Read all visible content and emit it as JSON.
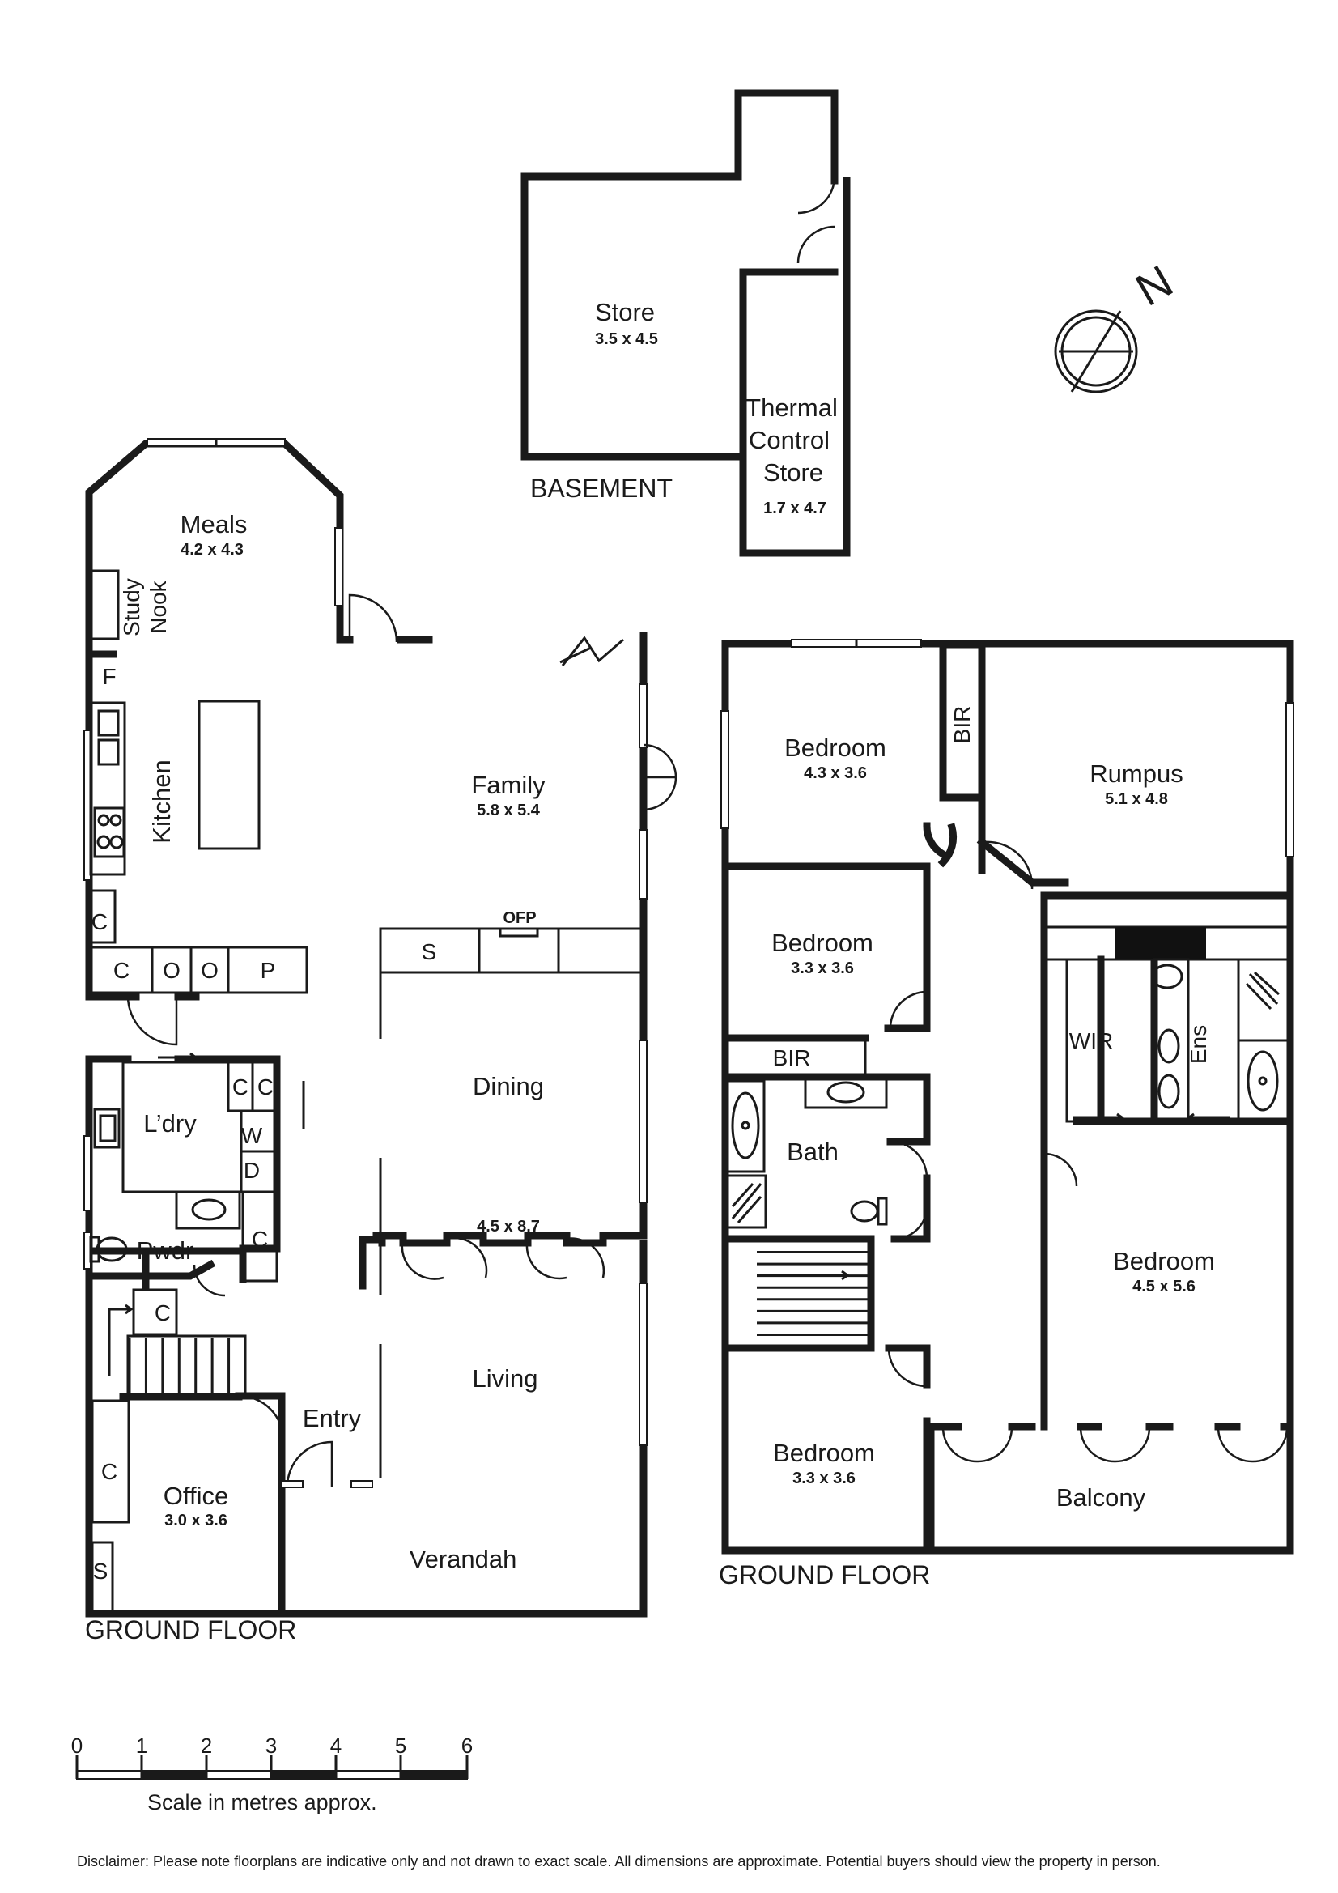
{
  "basement": {
    "label": "BASEMENT",
    "store": {
      "name": "Store",
      "dims": "3.5 x 4.5"
    },
    "thermal": {
      "line1": "Thermal",
      "line2": "Control",
      "line3": "Store",
      "dims": "1.7 x 4.7"
    }
  },
  "ground_left": {
    "label": "GROUND FLOOR",
    "meals": {
      "name": "Meals",
      "dims": "4.2 x 4.3"
    },
    "study_nook": {
      "line1": "Study",
      "line2": "Nook"
    },
    "fridge": "F",
    "kitchen": "Kitchen",
    "family": {
      "name": "Family",
      "dims": "5.8 x 5.4"
    },
    "ofp": "OFP",
    "servery": "S",
    "kitchen_cupboard": "C",
    "cupboard_row": [
      "C",
      "O",
      "O",
      "P"
    ],
    "laundry": "L’dry",
    "laundry_cupboards": [
      "C",
      "C"
    ],
    "washer": "W",
    "dryer": "D",
    "pwdr_cupboard": "C",
    "pwdr": "Pwdr",
    "stair_cupboard": "C",
    "dining": "Dining",
    "dining_living_dims": "4.5 x 8.7",
    "living": "Living",
    "entry": "Entry",
    "office": {
      "name": "Office",
      "dims": "3.0 x 3.6"
    },
    "office_cupboard": "C",
    "office_storage": "S",
    "verandah": "Verandah"
  },
  "ground_right": {
    "label": "GROUND FLOOR",
    "bedroom1": {
      "name": "Bedroom",
      "dims": "4.3 x 3.6"
    },
    "bir_vertical": "BIR",
    "rumpus": {
      "name": "Rumpus",
      "dims": "5.1 x 4.8"
    },
    "bedroom2": {
      "name": "Bedroom",
      "dims": "3.3 x 3.6"
    },
    "bir_horizontal": "BIR",
    "bath": "Bath",
    "wir": "WIR",
    "ens": "Ens",
    "bedroom3": {
      "name": "Bedroom",
      "dims": "4.5 x 5.6"
    },
    "bedroom4": {
      "name": "Bedroom",
      "dims": "3.3 x 3.6"
    },
    "balcony": "Balcony"
  },
  "compass": {
    "north": "N"
  },
  "scale": {
    "ticks": [
      "0",
      "1",
      "2",
      "3",
      "4",
      "5",
      "6"
    ],
    "caption": "Scale in metres approx."
  },
  "disclaimer": "Disclaimer: Please note floorplans are indicative only and not drawn to exact scale. All dimensions are approximate. Potential buyers should view the property in person."
}
